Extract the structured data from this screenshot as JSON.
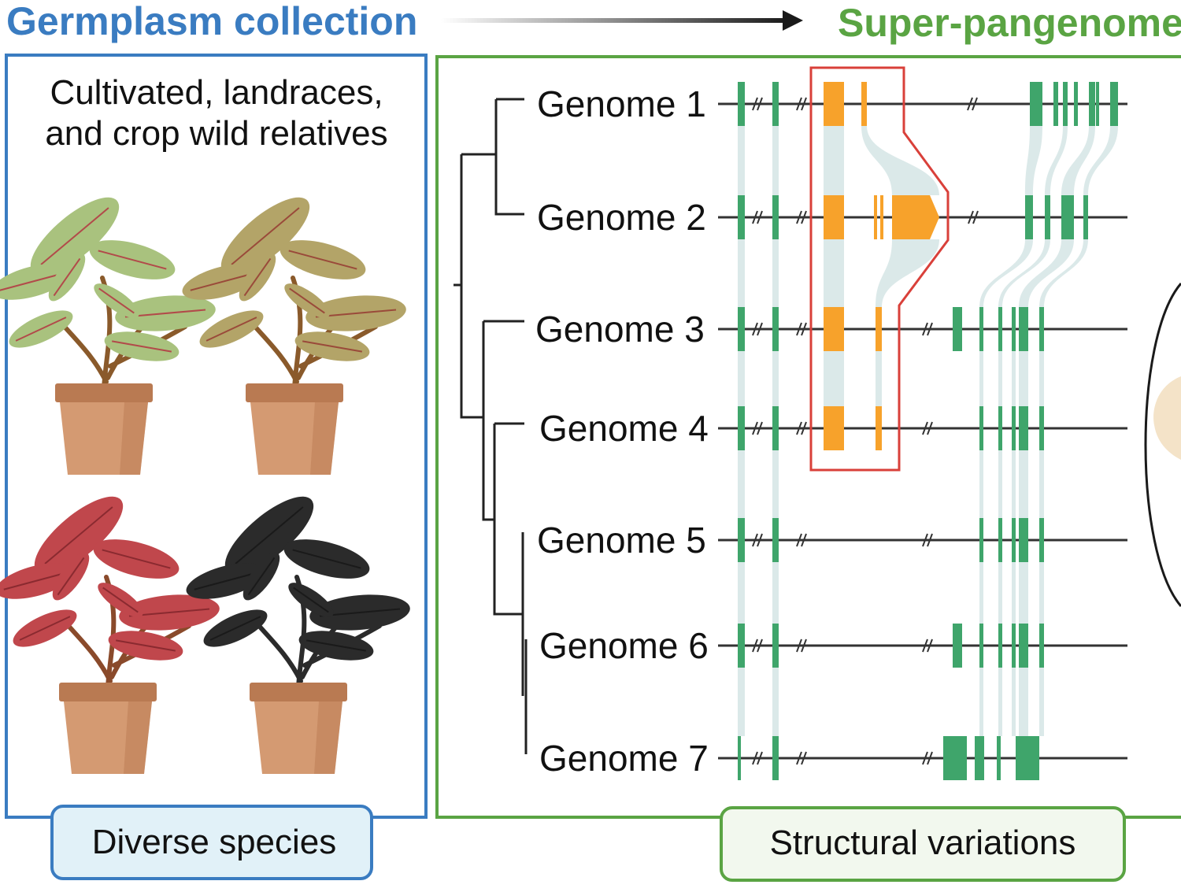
{
  "header": {
    "left_title": "Germplasm collection",
    "right_title": "Super-pangenome"
  },
  "left_panel": {
    "description_lines": [
      "Cultivated, landraces,",
      "and crop wild relatives"
    ],
    "badge": "Diverse species",
    "plants": [
      {
        "name": "plant-green",
        "leaf": "#a9c27e",
        "vein": "#b24a4a",
        "stem": "#8a5a2b"
      },
      {
        "name": "plant-olive",
        "leaf": "#b3a468",
        "vein": "#9a4a3a",
        "stem": "#8a5a2b"
      },
      {
        "name": "plant-red",
        "leaf": "#c0474c",
        "vein": "#8a2a30",
        "stem": "#8a4a2b"
      },
      {
        "name": "plant-black",
        "leaf": "#2b2b2b",
        "vein": "#1a1a1a",
        "stem": "#2b2b2b"
      }
    ]
  },
  "right_panel": {
    "badge": "Structural variations",
    "genomes": [
      "Genome 1",
      "Genome 2",
      "Genome 3",
      "Genome 4",
      "Genome 5",
      "Genome 6",
      "Genome 7"
    ]
  },
  "colors": {
    "blue": "#3a7cc1",
    "green": "#5aa443",
    "gene_green": "#3fa56b",
    "sv_orange": "#f7a22b",
    "highlight_red": "#d9403a",
    "ribbon": "#d7e7e7",
    "badge_left_bg": "#e1f1f8",
    "badge_right_bg": "#f2f8ee",
    "pot": "#d49a72",
    "pot_dark": "#b97a52"
  }
}
